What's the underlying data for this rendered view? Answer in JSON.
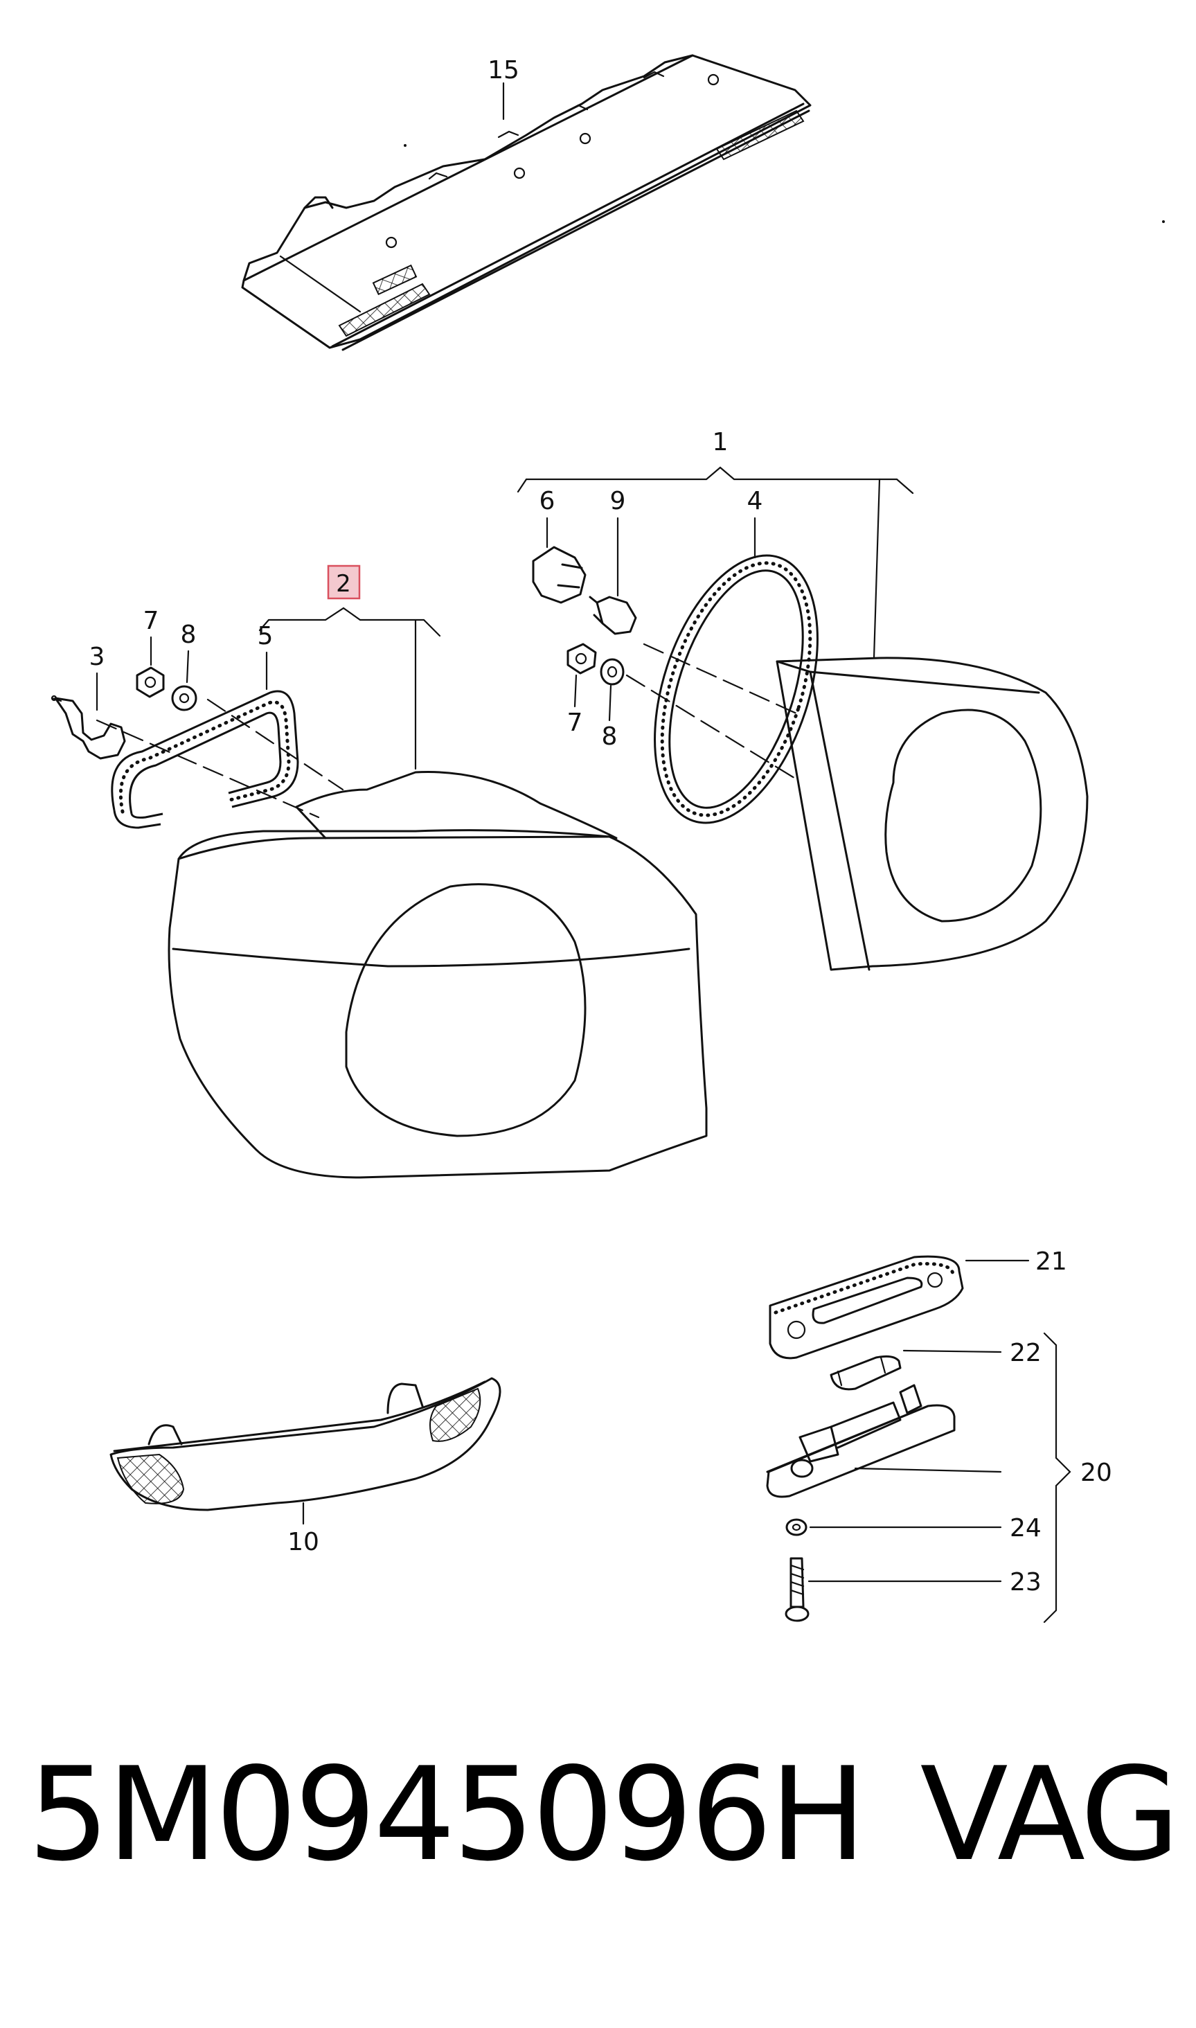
{
  "callouts": {
    "c1": "1",
    "c2": "2",
    "c3": "3",
    "c4": "4",
    "c5": "5",
    "c6": "6",
    "c7a": "7",
    "c7b": "7",
    "c8a": "8",
    "c8b": "8",
    "c9": "9",
    "c10": "10",
    "c15": "15",
    "c20": "20",
    "c21": "21",
    "c22": "22",
    "c23": "23",
    "c24": "24"
  },
  "highlight": {
    "callout": "2",
    "fill": "#f4c9cf",
    "border": "#d9505e"
  },
  "caption": {
    "part_number": "5M0945096H",
    "brand": "VAG"
  },
  "icons": [
    "tail-light-icon",
    "brake-light-icon",
    "reflector-icon",
    "plate-light-icon",
    "bulb-icon",
    "bulb-holder-icon",
    "gasket-icon",
    "nut-icon",
    "washer-icon",
    "screw-icon"
  ]
}
